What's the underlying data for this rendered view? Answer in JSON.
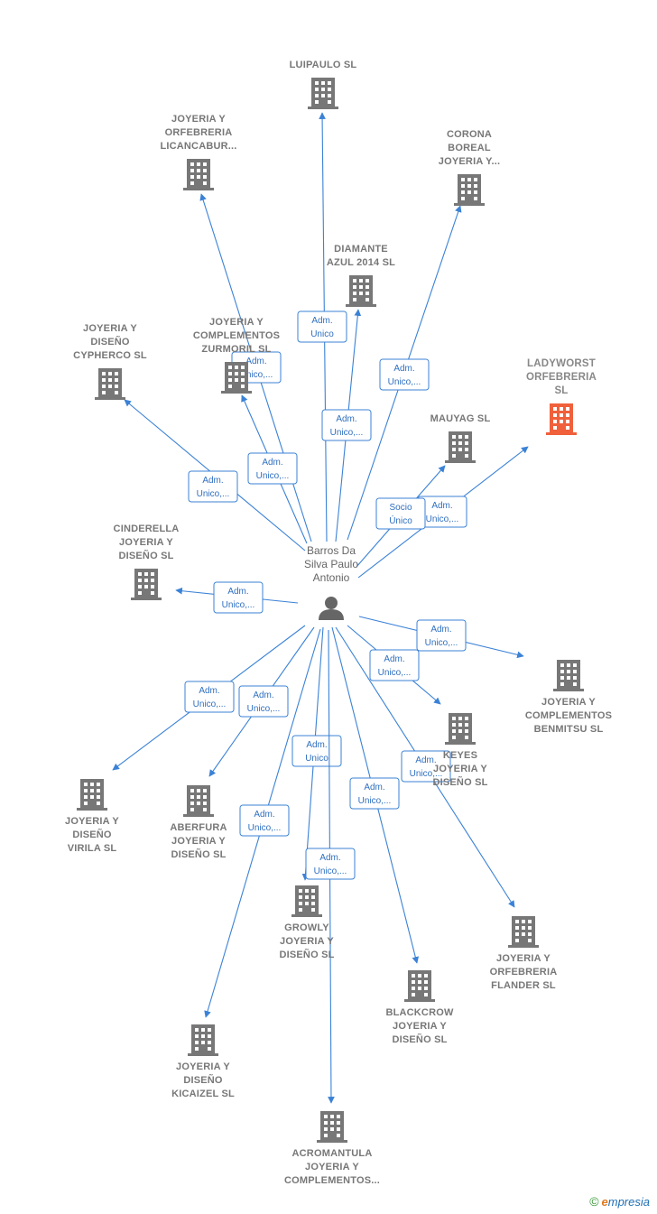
{
  "center": {
    "name_lines": [
      "Barros Da",
      "Silva Paulo",
      "Antonio"
    ],
    "icon": "person-icon",
    "color": "#666666"
  },
  "colors": {
    "edge": "#3b82d6",
    "building": "#777777",
    "building_highlight": "#f0603a",
    "label": "#777777"
  },
  "nodes": [
    {
      "id": "luipaulo",
      "lines": [
        "LUIPAULO  SL"
      ],
      "icon": "building-icon"
    },
    {
      "id": "licancabur",
      "lines": [
        "JOYERIA Y",
        "ORFEBRERIA",
        "LICANCABUR..."
      ],
      "icon": "building-icon"
    },
    {
      "id": "corona",
      "lines": [
        "CORONA",
        "BOREAL",
        "JOYERIA Y..."
      ],
      "icon": "building-icon"
    },
    {
      "id": "diamante",
      "lines": [
        "DIAMANTE",
        "AZUL 2014 SL"
      ],
      "icon": "building-icon"
    },
    {
      "id": "cypherco",
      "lines": [
        "JOYERIA Y",
        "DISEÑO",
        "CYPHERCO  SL"
      ],
      "icon": "building-icon"
    },
    {
      "id": "zurmoril",
      "lines": [
        "JOYERIA Y",
        "COMPLEMENTOS",
        "ZURMORIL SL"
      ],
      "icon": "building-icon"
    },
    {
      "id": "ladyworst",
      "lines": [
        "LADYWORST",
        "ORFEBRERIA",
        "SL"
      ],
      "icon": "building-icon",
      "highlight": true
    },
    {
      "id": "mauyag",
      "lines": [
        "MAUYAG  SL"
      ],
      "icon": "building-icon"
    },
    {
      "id": "cinderella",
      "lines": [
        "CINDERELLA",
        "JOYERIA Y",
        "DISEÑO  SL"
      ],
      "icon": "building-icon"
    },
    {
      "id": "benmitsu",
      "lines": [
        "JOYERIA Y",
        "COMPLEMENTOS",
        "BENMITSU  SL"
      ],
      "icon": "building-icon"
    },
    {
      "id": "keyes",
      "lines": [
        "KEYES",
        "JOYERIA Y",
        "DISEÑO  SL"
      ],
      "icon": "building-icon"
    },
    {
      "id": "virila",
      "lines": [
        "JOYERIA Y",
        "DISEÑO",
        "VIRILA  SL"
      ],
      "icon": "building-icon"
    },
    {
      "id": "aberfura",
      "lines": [
        "ABERFURA",
        "JOYERIA Y",
        "DISEÑO  SL"
      ],
      "icon": "building-icon"
    },
    {
      "id": "growly",
      "lines": [
        "GROWLY",
        "JOYERIA Y",
        "DISEÑO  SL"
      ],
      "icon": "building-icon"
    },
    {
      "id": "flander",
      "lines": [
        "JOYERIA Y",
        "ORFEBRERIA",
        "FLANDER  SL"
      ],
      "icon": "building-icon"
    },
    {
      "id": "blackcrow",
      "lines": [
        "BLACKCROW",
        "JOYERIA Y",
        "DISEÑO  SL"
      ],
      "icon": "building-icon"
    },
    {
      "id": "kicaizel",
      "lines": [
        "JOYERIA Y",
        "DISEÑO",
        "KICAIZEL  SL"
      ],
      "icon": "building-icon"
    },
    {
      "id": "acromantula",
      "lines": [
        "ACROMANTULA",
        "JOYERIA Y",
        "COMPLEMENTOS..."
      ],
      "icon": "building-icon"
    }
  ],
  "edges": [
    {
      "to": "luipaulo",
      "label": [
        "Adm.",
        "Unico"
      ]
    },
    {
      "to": "licancabur",
      "label": [
        "Adm.",
        "Unico,..."
      ]
    },
    {
      "to": "corona",
      "label": [
        "Adm.",
        "Unico,..."
      ]
    },
    {
      "to": "diamante",
      "label": [
        "Adm.",
        "Unico,..."
      ]
    },
    {
      "to": "cypherco",
      "label": [
        "Adm.",
        "Unico,..."
      ]
    },
    {
      "to": "zurmoril",
      "label": [
        "Adm.",
        "Unico,..."
      ]
    },
    {
      "to": "ladyworst",
      "label": [
        "Adm.",
        "Unico,..."
      ]
    },
    {
      "to": "mauyag",
      "label": [
        "Socio",
        "Único"
      ]
    },
    {
      "to": "cinderella",
      "label": [
        "Adm.",
        "Unico,..."
      ]
    },
    {
      "to": "benmitsu",
      "label": [
        "Adm.",
        "Unico,..."
      ]
    },
    {
      "to": "keyes",
      "label": [
        "Adm.",
        "Unico,..."
      ]
    },
    {
      "to": "virila",
      "label": [
        "Adm.",
        "Unico,..."
      ]
    },
    {
      "to": "aberfura",
      "label": [
        "Adm.",
        "Unico,..."
      ]
    },
    {
      "to": "growly",
      "label": [
        "Adm.",
        "Unico"
      ]
    },
    {
      "to": "flander",
      "label": [
        "Adm.",
        "Unico,..."
      ]
    },
    {
      "to": "blackcrow",
      "label": [
        "Adm.",
        "Unico,..."
      ]
    },
    {
      "to": "kicaizel",
      "label": [
        "Adm.",
        "Unico,..."
      ]
    },
    {
      "to": "acromantula",
      "label": [
        "Adm.",
        "Unico,..."
      ]
    }
  ],
  "brand": {
    "copyright": "©",
    "first_letter": "e",
    "rest": "mpresia"
  }
}
